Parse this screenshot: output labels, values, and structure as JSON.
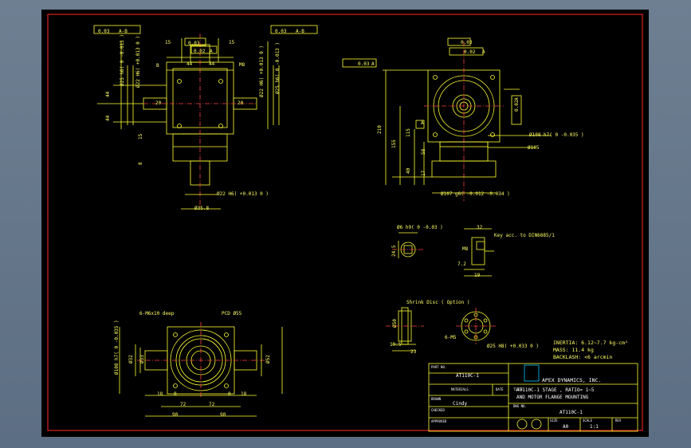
{
  "colors": {
    "background": "#000000",
    "frame": "#e02020",
    "geometry": "#ffff33",
    "dimension": "#ffff66",
    "centerline": "#ff4040",
    "title_text": "#ffffff",
    "logo": "#00c8ff",
    "window_bg": "#6a7b8e"
  },
  "front_view": {
    "tol_left": {
      "sym": "⁄⁄",
      "value": "0.03",
      "ref": "A-B"
    },
    "tol_right": {
      "sym": "⁄⁄",
      "value": "0.03",
      "ref": "A-B"
    },
    "perp_top": {
      "sym": "⊥",
      "value": "0.02",
      "ref": "A"
    },
    "conc_top": "0.03",
    "dims": {
      "j5_left": "15",
      "j5_right": "15",
      "d44_left": "44",
      "d44_right": "44",
      "m8": "M8",
      "datum_b": "B",
      "shaft_left_h6": "Ø25 h6( 0 -0.013 )",
      "shaft_left_h7": "Ø22 H6( +0.013 0 )",
      "shaft_right_h7": "Ø22 H6( +0.013 0 )",
      "shaft_right_h6": "Ø25 h6( 0 -0.013 )",
      "len44_a": "44",
      "len44_b": "44",
      "len20_l": "20",
      "len20_r": "20",
      "h15": "15",
      "h8": "8",
      "bore_bottom": "Ø22 H6( +0.013 0 )",
      "dia_bottom": "Ø35.8"
    }
  },
  "side_view": {
    "tol_left": {
      "sym": "⁄⁄",
      "value": "0.03",
      "ref": "A"
    },
    "perp_top": {
      "sym": "⊥",
      "value": "0.02",
      "ref": "A"
    },
    "conc_top": "0.03",
    "right_tol": {
      "value": "0.02",
      "ref": "A"
    },
    "dims": {
      "h210": "210",
      "h155": "155",
      "h115": "115",
      "h58": "58",
      "h40": "40",
      "h17": "17",
      "datum_a": "A",
      "d108": "Ø108 h7( 0 -0.035 )",
      "d105": "Ø105",
      "d107": "Ø107 g6( -0.012 -0.034 )"
    }
  },
  "shaft_detail": {
    "dia": "Ø6 h9( 0 -0.03 )",
    "h245": "24.5",
    "len32": "32",
    "m8": "M8",
    "key_note": "Key acc. to DIN6885/1",
    "len72": "7.2",
    "len19": "19"
  },
  "shrink_disc": {
    "title": "Shrink Disc ( Option )",
    "d50": "Ø50",
    "h195": "19.5",
    "w23": "23",
    "screws": "6-M5",
    "bore": "Ø25 H8( +0.033 0 )"
  },
  "bottom_view": {
    "holes": "6-M6x10 deep",
    "pcd": "PCD Ø55",
    "d108": "Ø108 h7( 0 -0.035 )",
    "d32": "Ø32",
    "d33": "Ø33",
    "d52": "Ø52",
    "w18_l": "18",
    "w8_l": "8",
    "w8_r": "8",
    "w18_r": "18",
    "w72_l": "72",
    "w72_r": "72",
    "w90_l": "90",
    "w90_r": "90"
  },
  "notes": {
    "inertia": "INERTIA: 6.12~7.7 kg-cm²",
    "mass": "MASS: 11.4 kg",
    "backlash": "BACKLASH: <6 arcmin"
  },
  "title_block": {
    "part_no_label": "PART NO.",
    "part_no": "AT110C-1",
    "material_label": "MATERIALS",
    "date_label": "DATE",
    "drawn_label": "DRAWN",
    "drawn_by": "Cindy",
    "checked_label": "CHECKED",
    "approved_label": "APPROVED",
    "company": "APEX DYNAMICS, INC.",
    "title_label": "TITLE",
    "title_line1": "AT110C-1 STAGE , RATIO= 1~5",
    "title_line2": "AND MOTOR FLANGE MOUNTING",
    "dwg_label": "DWG NO.",
    "dwg_no": "AT110C-1",
    "size_label": "SIZE",
    "size": "A0",
    "scale_label": "SCALE",
    "scale": "1:1",
    "rev_label": "REV"
  }
}
